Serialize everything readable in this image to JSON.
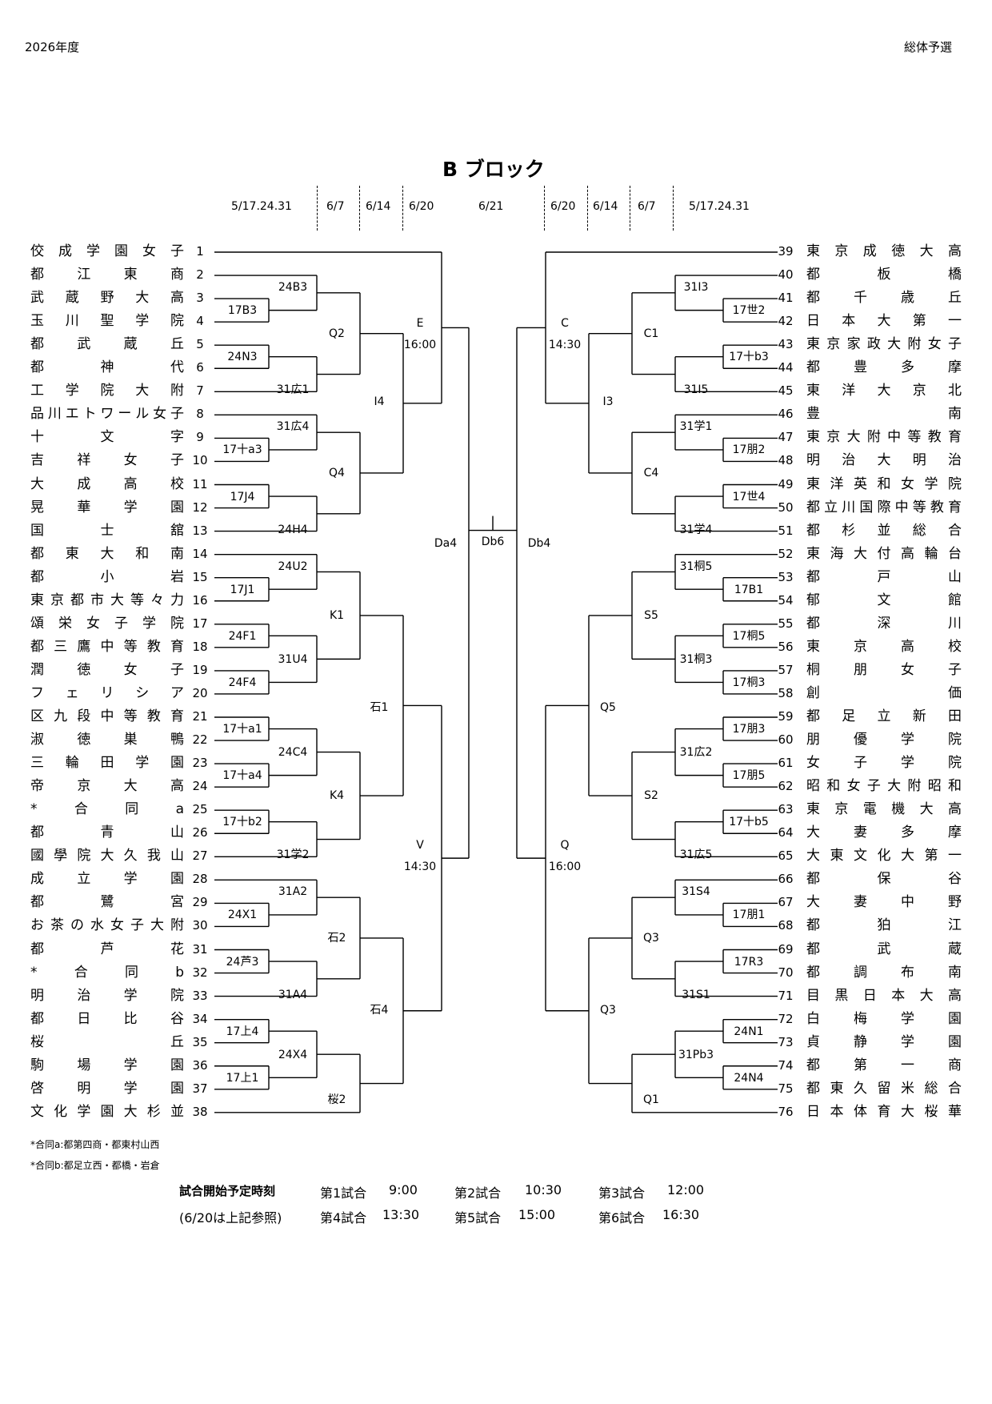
{
  "header": {
    "year": "2026年度",
    "event": "総体予選"
  },
  "title": "B  ブロック",
  "round_dates_left": [
    "5/17.24.31",
    "6/7",
    "6/14",
    "6/20"
  ],
  "final_date": "6/21",
  "round_dates_right": [
    "6/20",
    "6/14",
    "6/7",
    "5/17.24.31"
  ],
  "teams_left": [
    {
      "no": "1",
      "name": "佼成学園女子"
    },
    {
      "no": "2",
      "name": "都江東商"
    },
    {
      "no": "3",
      "name": "武蔵野大高"
    },
    {
      "no": "4",
      "name": "玉川聖学院"
    },
    {
      "no": "5",
      "name": "都武蔵丘"
    },
    {
      "no": "6",
      "name": "都神代"
    },
    {
      "no": "7",
      "name": "工学院大附"
    },
    {
      "no": "8",
      "name": "品川エトワール女子"
    },
    {
      "no": "9",
      "name": "十文字"
    },
    {
      "no": "10",
      "name": "吉祥女子"
    },
    {
      "no": "11",
      "name": "大成高校"
    },
    {
      "no": "12",
      "name": "晃華学園"
    },
    {
      "no": "13",
      "name": "国士舘"
    },
    {
      "no": "14",
      "name": "都東大和南"
    },
    {
      "no": "15",
      "name": "都小岩"
    },
    {
      "no": "16",
      "name": "東京都市大等々力"
    },
    {
      "no": "17",
      "name": "頌栄女子学院"
    },
    {
      "no": "18",
      "name": "都三鷹中等教育"
    },
    {
      "no": "19",
      "name": "潤徳女子"
    },
    {
      "no": "20",
      "name": "フェリシア"
    },
    {
      "no": "21",
      "name": "区九段中等教育"
    },
    {
      "no": "22",
      "name": "淑徳巣鴨"
    },
    {
      "no": "23",
      "name": "三輪田学園"
    },
    {
      "no": "24",
      "name": "帝京大高"
    },
    {
      "no": "25",
      "name": "*合同a"
    },
    {
      "no": "26",
      "name": "都青山"
    },
    {
      "no": "27",
      "name": "國學院大久我山"
    },
    {
      "no": "28",
      "name": "成立学園"
    },
    {
      "no": "29",
      "name": "都鷺宮"
    },
    {
      "no": "30",
      "name": "お茶の水女子大附"
    },
    {
      "no": "31",
      "name": "都芦花"
    },
    {
      "no": "32",
      "name": "*合同b"
    },
    {
      "no": "33",
      "name": "明治学院"
    },
    {
      "no": "34",
      "name": "都日比谷"
    },
    {
      "no": "35",
      "name": "桜丘"
    },
    {
      "no": "36",
      "name": "駒場学園"
    },
    {
      "no": "37",
      "name": "啓明学園"
    },
    {
      "no": "38",
      "name": "文化学園大杉並"
    }
  ],
  "teams_right": [
    {
      "no": "39",
      "name": "東京成徳大高"
    },
    {
      "no": "40",
      "name": "都板橋"
    },
    {
      "no": "41",
      "name": "都千歳丘"
    },
    {
      "no": "42",
      "name": "日本大第一"
    },
    {
      "no": "43",
      "name": "東京家政大附女子"
    },
    {
      "no": "44",
      "name": "都豊多摩"
    },
    {
      "no": "45",
      "name": "東洋大京北"
    },
    {
      "no": "46",
      "name": "豊南"
    },
    {
      "no": "47",
      "name": "東京大附中等教育"
    },
    {
      "no": "48",
      "name": "明治大明治"
    },
    {
      "no": "49",
      "name": "東洋英和女学院"
    },
    {
      "no": "50",
      "name": "都立川国際中等教育"
    },
    {
      "no": "51",
      "name": "都杉並総合"
    },
    {
      "no": "52",
      "name": "東海大付高輪台"
    },
    {
      "no": "53",
      "name": "都戸山"
    },
    {
      "no": "54",
      "name": "郁文館"
    },
    {
      "no": "55",
      "name": "都深川"
    },
    {
      "no": "56",
      "name": "東京高校"
    },
    {
      "no": "57",
      "name": "桐朋女子"
    },
    {
      "no": "58",
      "name": "創価"
    },
    {
      "no": "59",
      "name": "都足立新田"
    },
    {
      "no": "60",
      "name": "朋優学院"
    },
    {
      "no": "61",
      "name": "女子学院"
    },
    {
      "no": "62",
      "name": "昭和女子大附昭和"
    },
    {
      "no": "63",
      "name": "東京電機大高"
    },
    {
      "no": "64",
      "name": "大妻多摩"
    },
    {
      "no": "65",
      "name": "大東文化大第一"
    },
    {
      "no": "66",
      "name": "都保谷"
    },
    {
      "no": "67",
      "name": "大妻中野"
    },
    {
      "no": "68",
      "name": "都狛江"
    },
    {
      "no": "69",
      "name": "都武蔵"
    },
    {
      "no": "70",
      "name": "都調布南"
    },
    {
      "no": "71",
      "name": "目黒日本大高"
    },
    {
      "no": "72",
      "name": "白梅学園"
    },
    {
      "no": "73",
      "name": "貞静学園"
    },
    {
      "no": "74",
      "name": "都第一商"
    },
    {
      "no": "75",
      "name": "都東久留米総合"
    },
    {
      "no": "76",
      "name": "日本体育大桜華"
    }
  ],
  "venues": {
    "l_r1_3_4": "17B3",
    "l_r1_5_6": "24N3",
    "l_r1_9_10": "17十a3",
    "l_r1_11_12": "17J4",
    "l_r1_15_16": "17J1",
    "l_r1_17_18": "24F1",
    "l_r1_19_20": "24F4",
    "l_r1_21_22": "17十a1",
    "l_r1_23_24": "17十a4",
    "l_r1_25_26": "17十b2",
    "l_r1_29_30": "24X1",
    "l_r1_31_32": "24芦3",
    "l_r1_34_35": "17上4",
    "l_r1_36_37": "17上1",
    "l_r2_a": "24B3",
    "l_r2_b": "31広1",
    "l_r2_c": "31広4",
    "l_r2_d": "24H4",
    "l_r2_e": "24U2",
    "l_r2_f": "31U4",
    "l_r2_g": "24C4",
    "l_r2_h": "31学2",
    "l_r2_i": "31A2",
    "l_r2_j": "31A4",
    "l_r2_k": "24X4",
    "l_r3_a": "Q2",
    "l_r3_b": "Q4",
    "l_r3_c": "K1",
    "l_r3_d": "K4",
    "l_r3_e": "石2",
    "l_r3_f": "桜2",
    "l_r4_a": "I4",
    "l_r4_b": "石1",
    "l_r4_c": "石4",
    "l_r5_a": "E",
    "l_r5_a_time": "16:00",
    "l_r5_b": "V",
    "l_r5_b_time": "14:30",
    "semi_left": "Da4",
    "final": "Db6",
    "semi_right": "Db4",
    "r_r5_a": "C",
    "r_r5_a_time": "14:30",
    "r_r5_b": "Q",
    "r_r5_b_time": "16:00",
    "r_r4_a": "I3",
    "r_r4_b": "Q5",
    "r_r4_c": "Q3",
    "r_r3_a": "C1",
    "r_r3_b": "C4",
    "r_r3_c": "S5",
    "r_r3_d": "S2",
    "r_r3_e": "Q3",
    "r_r3_f": "Q1",
    "r_r2_a": "31I3",
    "r_r2_b": "31I5",
    "r_r2_c": "31学1",
    "r_r2_d": "31学4",
    "r_r2_e": "31桐5",
    "r_r2_f": "31桐3",
    "r_r2_g": "31広2",
    "r_r2_h": "31広5",
    "r_r2_i": "31S4",
    "r_r2_j": "31S1",
    "r_r2_k": "31Pb3",
    "r_r1_41_42": "17世2",
    "r_r1_43_44": "17十b3",
    "r_r1_47_48": "17朋2",
    "r_r1_49_50": "17世4",
    "r_r1_53_54": "17B1",
    "r_r1_55_56": "17桐5",
    "r_r1_57_58": "17桐3",
    "r_r1_59_60": "17朋3",
    "r_r1_61_62": "17朋5",
    "r_r1_63_64": "17十b5",
    "r_r1_67_68": "17朋1",
    "r_r1_69_70": "17R3",
    "r_r1_72_73": "24N1",
    "r_r1_74_75": "24N4"
  },
  "notes": [
    "*合同a:都第四商・都東村山西",
    "*合同b:都足立西・都橋・岩倉"
  ],
  "schedule": {
    "title": "試合開始予定時刻",
    "subtitle": "(6/20は上記参照)",
    "row1": [
      "第1試合",
      "9:00",
      "第2試合",
      "10:30",
      "第3試合",
      "12:00"
    ],
    "row2": [
      "第4試合",
      "13:30",
      "第5試合",
      "15:00",
      "第6試合",
      "16:30"
    ]
  }
}
